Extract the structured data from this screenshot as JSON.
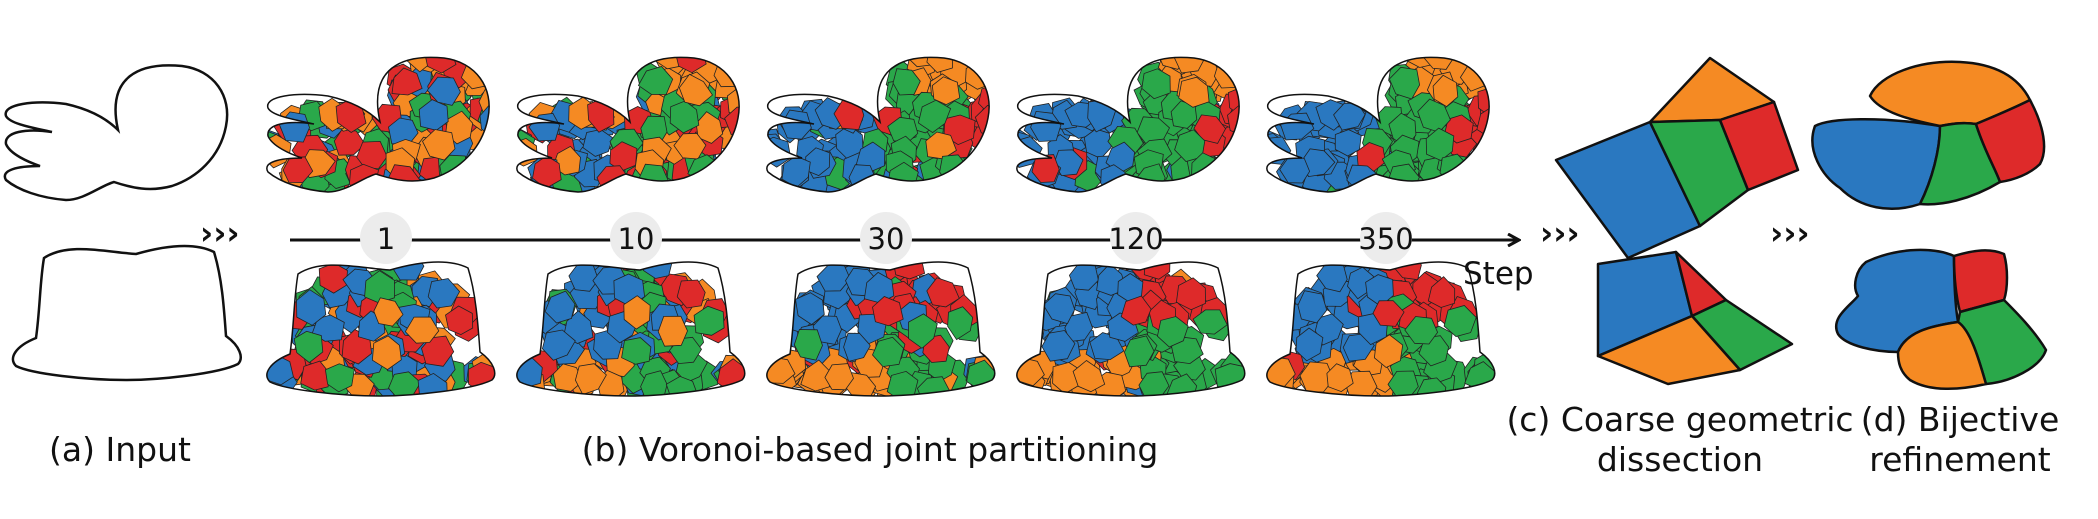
{
  "colors": {
    "blue": "#2a78c0",
    "orange": "#f58a23",
    "green": "#2aa84a",
    "red": "#de2a2a",
    "stroke": "#111111",
    "step_circle": "#ececec"
  },
  "timeline": {
    "axis_label": "Step",
    "steps": [
      "1",
      "10",
      "30",
      "120",
      "350"
    ]
  },
  "separator_glyph": "›››",
  "captions": {
    "a": "(a) Input",
    "b": "(b) Voronoi-based joint partitioning",
    "c_line1": "(c) Coarse geometric",
    "c_line2": "dissection",
    "d_line1": "(d) Bijective",
    "d_line2": "refinement"
  }
}
